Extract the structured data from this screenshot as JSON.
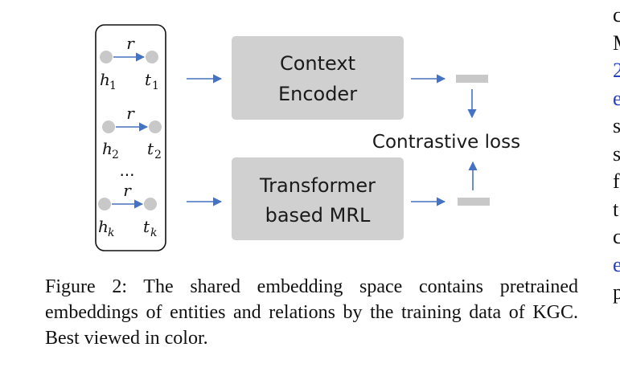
{
  "figure": {
    "triples": [
      {
        "relation": "r",
        "head": "h",
        "head_sub": "1",
        "tail": "t",
        "tail_sub": "1"
      },
      {
        "relation": "r",
        "head": "h",
        "head_sub": "2",
        "tail": "t",
        "tail_sub": "2"
      },
      {
        "relation": "r",
        "head": "h",
        "head_sub": "k",
        "tail": "t",
        "tail_sub": "k"
      }
    ],
    "ellipsis": "...",
    "context_encoder": [
      "Context",
      "Encoder"
    ],
    "transformer_mrl": [
      "Transformer",
      "based MRL"
    ],
    "loss_label": "Contrastive loss"
  },
  "caption": "Figure 2: The shared embedding space contains pre­trained embeddings of entities and relations by the train­ing data of KGC. Best viewed in color.",
  "right_column": [
    {
      "text": "c",
      "link": false
    },
    {
      "text": "M",
      "link": false
    },
    {
      "text": "2",
      "link": true
    },
    {
      "text": "e",
      "link": true
    },
    {
      "text": "s",
      "link": false
    },
    {
      "text": "s",
      "link": false
    },
    {
      "text": "f",
      "link": false
    },
    {
      "text": "t",
      "link": false
    },
    {
      "text": "c",
      "link": false
    },
    {
      "text": "e",
      "link": true
    },
    {
      "text": "p",
      "link": false
    }
  ]
}
